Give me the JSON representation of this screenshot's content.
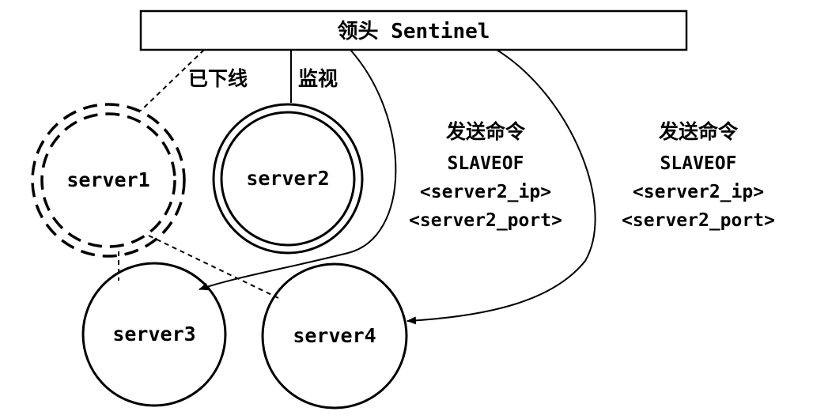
{
  "leader": {
    "label": "领头 Sentinel"
  },
  "nodes": {
    "server1": {
      "label": "server1",
      "state": "offline"
    },
    "server2": {
      "label": "server2",
      "state": "new-master"
    },
    "server3": {
      "label": "server3",
      "state": "slave"
    },
    "server4": {
      "label": "server4",
      "state": "slave"
    }
  },
  "edges": {
    "offline_label": "已下线",
    "monitor_label": "监视"
  },
  "commands": [
    {
      "title": "发送命令",
      "line1": "SLAVEOF",
      "line2": "<server2_ip>",
      "line3": "<server2_port>"
    },
    {
      "title": "发送命令",
      "line1": "SLAVEOF",
      "line2": "<server2_ip>",
      "line3": "<server2_port>"
    }
  ],
  "colors": {
    "stroke": "#000000",
    "background": "#ffffff"
  }
}
